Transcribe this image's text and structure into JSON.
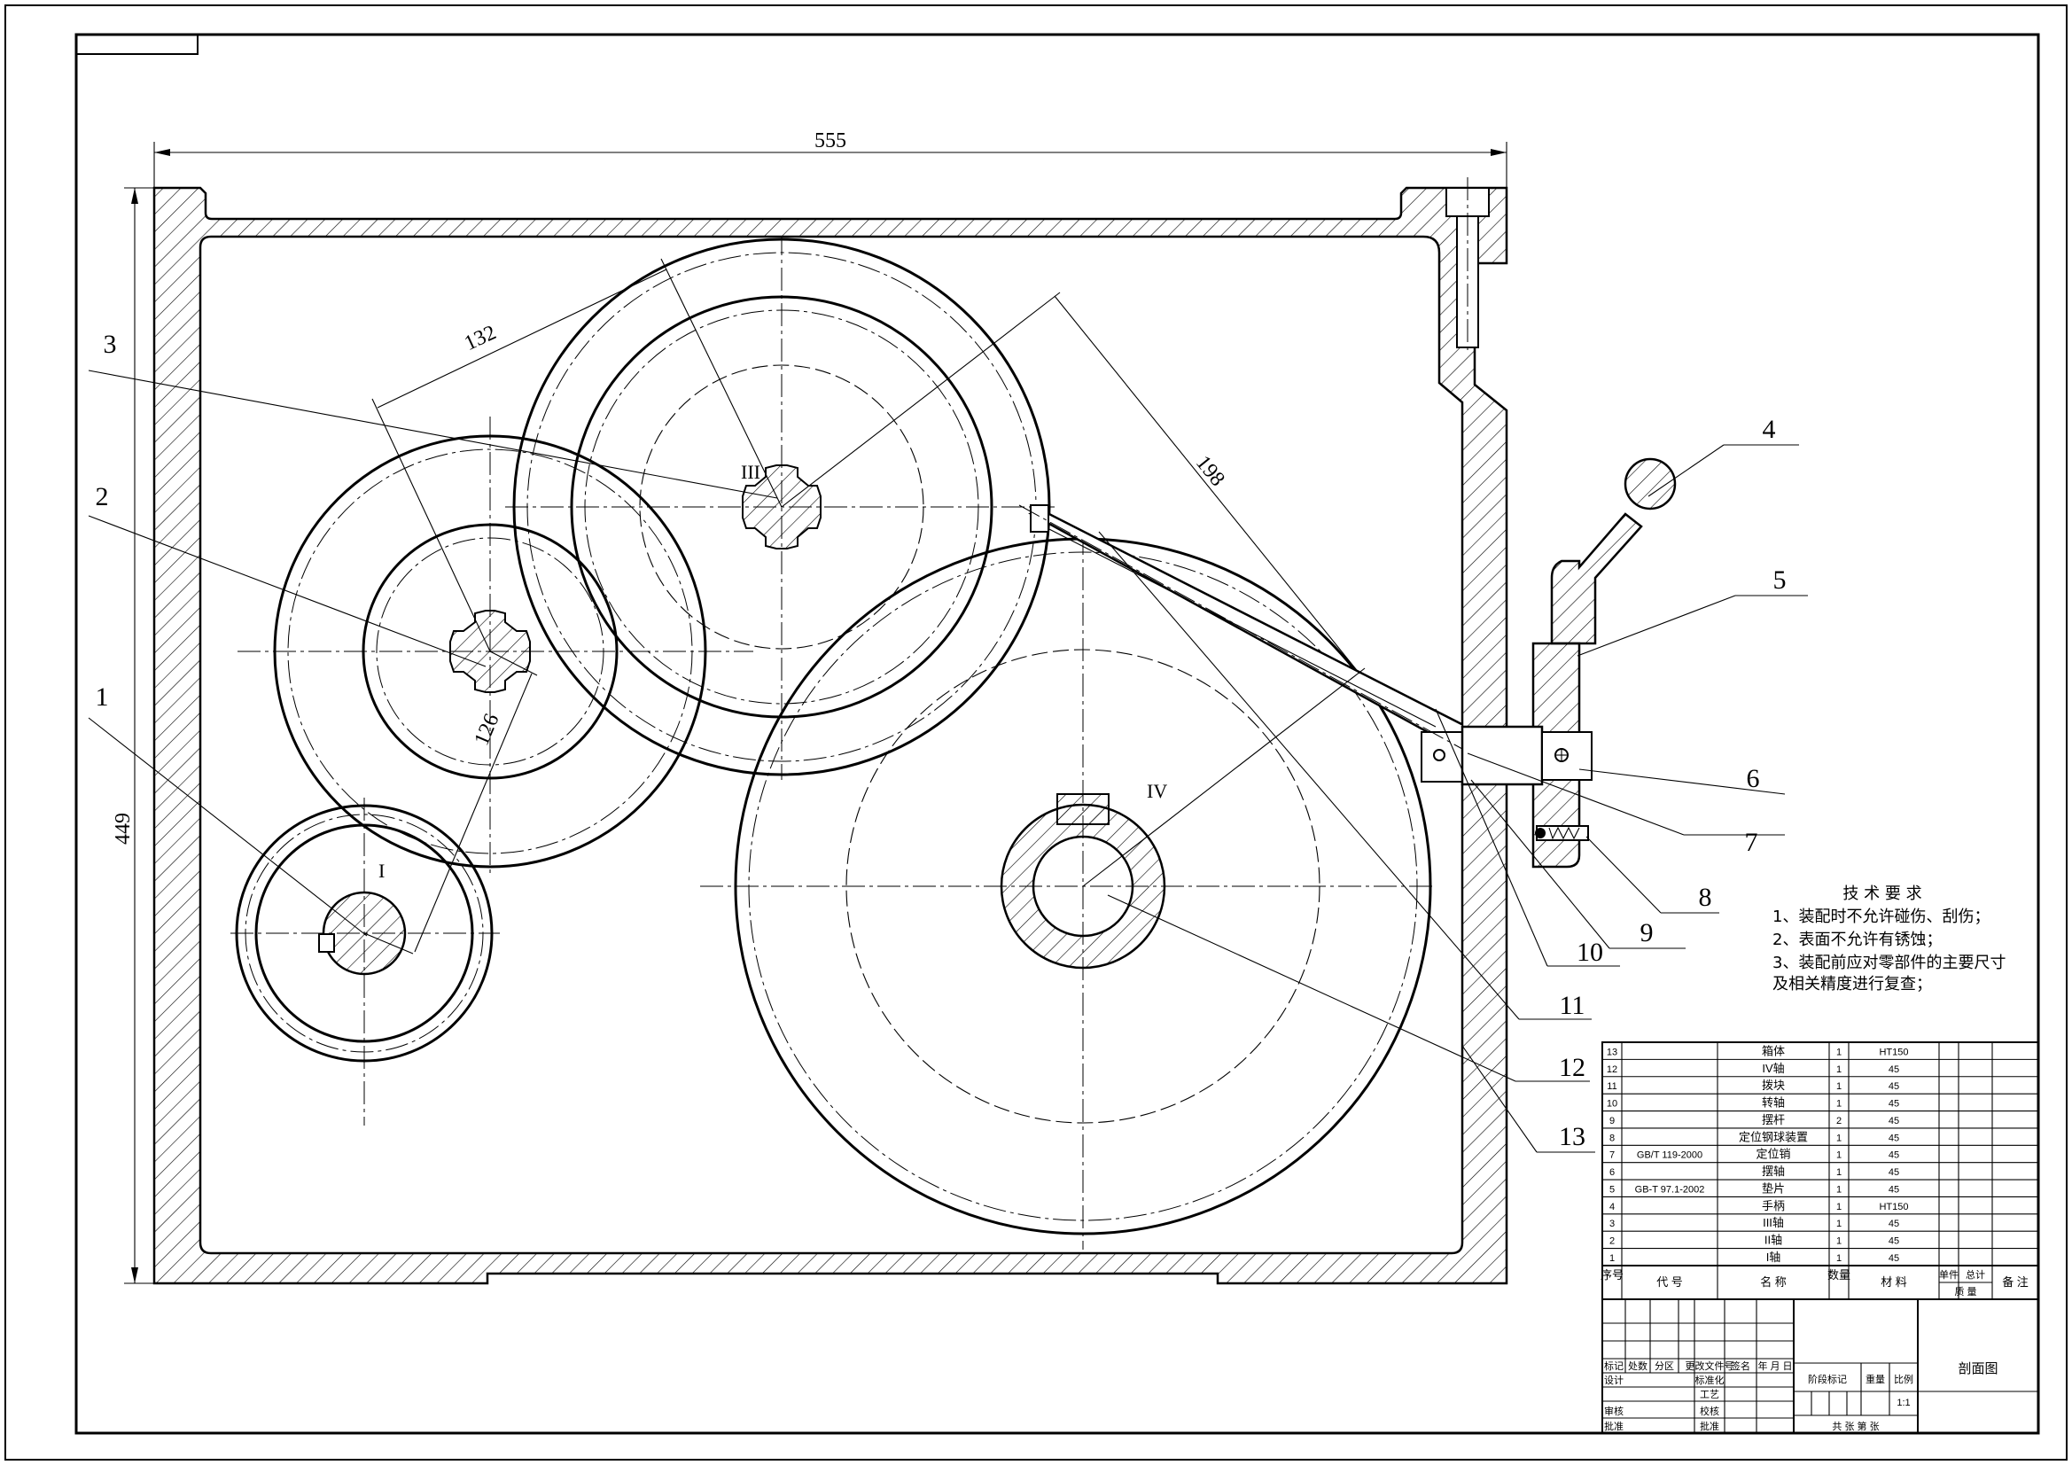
{
  "dimensions": {
    "width": "555",
    "height": "449",
    "d132": "132",
    "d198": "198",
    "d126": "126"
  },
  "shaft_labels": {
    "I": "I",
    "III": "III",
    "IV": "IV"
  },
  "leaders": [
    "1",
    "2",
    "3",
    "4",
    "5",
    "6",
    "7",
    "8",
    "9",
    "10",
    "11",
    "12",
    "13"
  ],
  "tech_requirements": {
    "title": "技 术 要 求",
    "items": [
      "1、装配时不允许碰伤、刮伤；",
      "2、表面不允许有锈蚀；",
      "3、装配前应对零部件的主要尺寸",
      "及相关精度进行复查；"
    ]
  },
  "bom": {
    "rows": [
      {
        "no": "13",
        "code": "",
        "name": "箱体",
        "qty": "1",
        "material": "HT150"
      },
      {
        "no": "12",
        "code": "",
        "name": "IV轴",
        "qty": "1",
        "material": "45"
      },
      {
        "no": "11",
        "code": "",
        "name": "拨块",
        "qty": "1",
        "material": "45"
      },
      {
        "no": "10",
        "code": "",
        "name": "转轴",
        "qty": "1",
        "material": "45"
      },
      {
        "no": "9",
        "code": "",
        "name": "摆杆",
        "qty": "2",
        "material": "45"
      },
      {
        "no": "8",
        "code": "",
        "name": "定位钢球装置",
        "qty": "1",
        "material": "45"
      },
      {
        "no": "7",
        "code": "GB/T 119-2000",
        "name": "定位销",
        "qty": "1",
        "material": "45"
      },
      {
        "no": "6",
        "code": "",
        "name": "摆轴",
        "qty": "1",
        "material": "45"
      },
      {
        "no": "5",
        "code": "GB-T 97.1-2002",
        "name": "垫片",
        "qty": "1",
        "material": "45"
      },
      {
        "no": "4",
        "code": "",
        "name": "手柄",
        "qty": "1",
        "material": "HT150"
      },
      {
        "no": "3",
        "code": "",
        "name": "III轴",
        "qty": "1",
        "material": "45"
      },
      {
        "no": "2",
        "code": "",
        "name": "II轴",
        "qty": "1",
        "material": "45"
      },
      {
        "no": "1",
        "code": "",
        "name": "I轴",
        "qty": "1",
        "material": "45"
      }
    ],
    "header": {
      "no": "序号",
      "code": "代  号",
      "name": "名  称",
      "qty": "数量",
      "material": "材  料",
      "unit_weight": "单件",
      "total_weight": "总计",
      "weight": "质  量",
      "remark": "备  注"
    }
  },
  "title_block": {
    "mark": "标记",
    "count": "处数",
    "zone": "分区",
    "change_doc": "更改文件号",
    "sign": "签名",
    "date": "年 月 日",
    "design": "设计",
    "standard": "标准化",
    "process_check": "工艺",
    "review": "审核",
    "check": "校核",
    "approve": "批准",
    "stage_mark": "阶段标记",
    "weight": "重量",
    "scale": "比例",
    "scale_value": "1:1",
    "sheets": "共   张  第   张",
    "drawing_name": "剖面图"
  }
}
